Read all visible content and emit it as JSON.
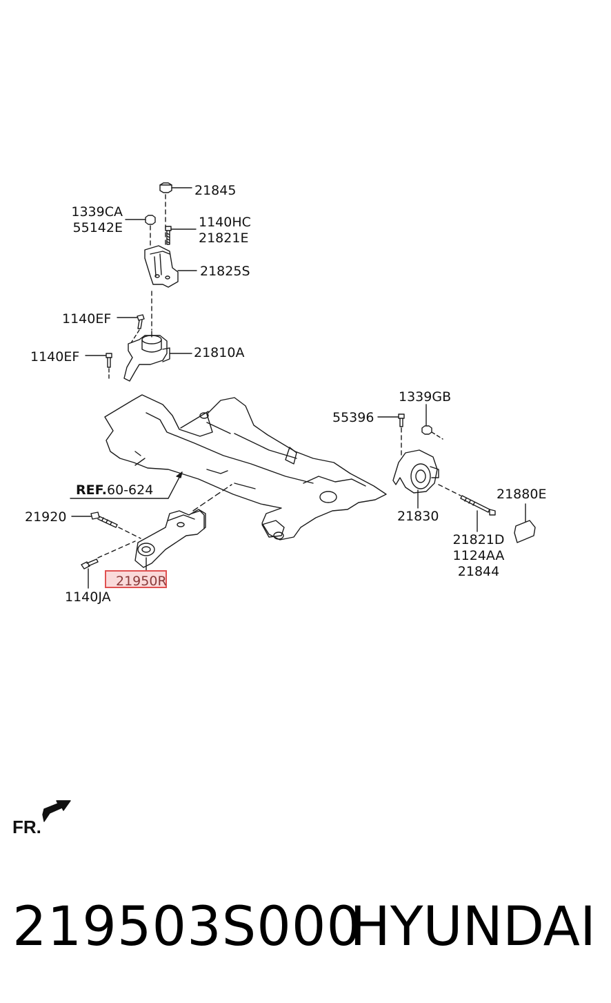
{
  "callouts": {
    "p21845": "21845",
    "p1339CA": "1339CA",
    "p55142E": "55142E",
    "p1140HC": "1140HC",
    "p21821E": "21821E",
    "p21825S": "21825S",
    "p1140EF_a": "1140EF",
    "p1140EF_b": "1140EF",
    "p21810A": "21810A",
    "p1339GB": "1339GB",
    "p55396": "55396",
    "ref_bold": "REF.",
    "ref_num": "60-624",
    "p21920": "21920",
    "p21830": "21830",
    "p21880E": "21880E",
    "p21821D": "21821D",
    "p1124AA": "1124AA",
    "p21844": "21844",
    "p21950R": "21950R",
    "p1140JA": "1140JA"
  },
  "front_marker": "FR.",
  "footer": {
    "part_number": "219503S000",
    "brand": "HYUNDAI"
  },
  "colors": {
    "line": "#1a1a1a",
    "highlight_fill": "#f4b8b8",
    "highlight_border": "#e05050"
  }
}
